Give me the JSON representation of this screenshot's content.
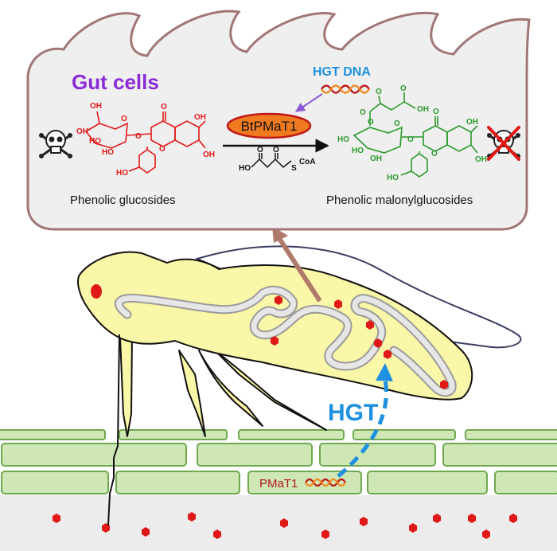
{
  "gut_box": {
    "title": "Gut cells",
    "title_color": "#8a2bd6",
    "border_color": "#a07676",
    "fill_color": "#efefef"
  },
  "hgt_dna": {
    "label": "HGT DNA",
    "color": "#1e90e0"
  },
  "enzyme": {
    "label": "BtPMaT1",
    "fill": "#f07a20",
    "stroke": "#c01818"
  },
  "substrate": {
    "label": "Phenolic glucosides",
    "color": "#e01818",
    "atoms": [
      "OH",
      "OH",
      "HO",
      "HO",
      "O",
      "O",
      "O",
      "OH",
      "O",
      "OH",
      "HO"
    ]
  },
  "product": {
    "label": "Phenolic malonylglucosides",
    "color": "#2a9a2a",
    "atoms": [
      "O",
      "O",
      "OH",
      "O",
      "O",
      "HO",
      "HO",
      "OH",
      "O",
      "O",
      "O",
      "OH",
      "O",
      "OH",
      "HO"
    ]
  },
  "cofactor": {
    "atoms": [
      "O",
      "O",
      "HO",
      "S",
      "CoA"
    ]
  },
  "hgt": {
    "label": "HGT",
    "color": "#1e90e0"
  },
  "pmat1": {
    "label": "PMaT1",
    "color": "#b01818"
  },
  "colors": {
    "insect_body": "#fbf7a8",
    "insect_gut": "#d9d9d9",
    "plant_cell_fill": "#cfe6b5",
    "plant_cell_stroke": "#6fa84f",
    "particle": "#e01818",
    "transfer_arrow": "#b07a6a"
  }
}
